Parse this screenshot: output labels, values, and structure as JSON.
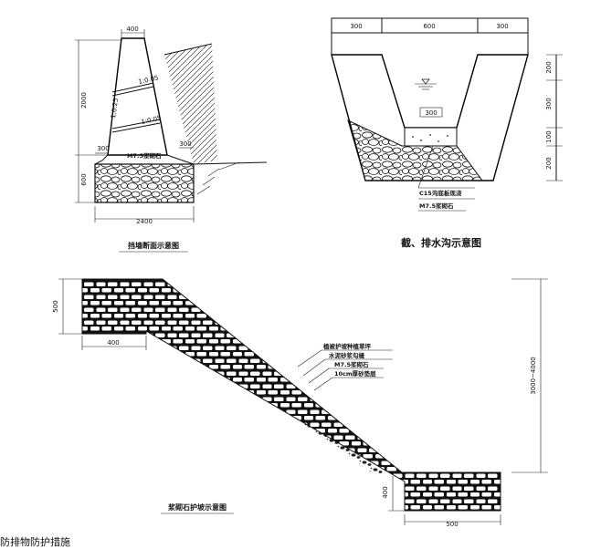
{
  "retaining_wall": {
    "caption": "挡墙断面示意图",
    "dim_top_width": "400",
    "dim_height": "2000",
    "dim_base_height": "600",
    "dim_toe_left": "300",
    "dim_toe_right": "300",
    "dim_base_width": "2400",
    "slope_upper": "1:0.05",
    "slope_face": "1:0.25",
    "slope_lower": "1:0.05",
    "material": "M7.5浆砌石"
  },
  "drainage_ditch": {
    "caption": "截、排水沟示意图",
    "dim_top_left": "300",
    "dim_top_mid": "600",
    "dim_top_right": "300",
    "dim_bottom_width": "300",
    "dim_v1": "200",
    "dim_v2": "300",
    "dim_v3": "100",
    "dim_v4": "200",
    "material_1": "C15沟底板现浇",
    "material_2": "M7.5浆砌石"
  },
  "slope_protection": {
    "caption": "浆砌石护坡示意图",
    "dim_top_height": "500",
    "dim_top_width": "400",
    "dim_total_height": "3000~4000",
    "dim_bottom_height": "400",
    "dim_bottom_width": "500",
    "layers": [
      "植被护坡种植草坪",
      "水泥砂浆勾缝",
      "M7.5浆砌石",
      "10cm厚砂垫层"
    ]
  },
  "footer_text": "防排物防护措施"
}
